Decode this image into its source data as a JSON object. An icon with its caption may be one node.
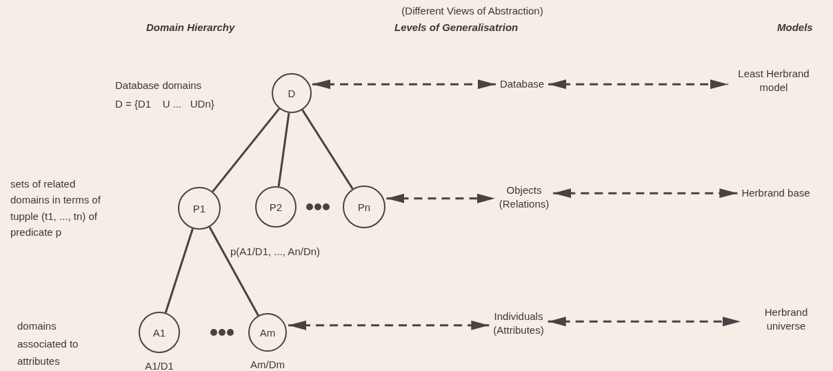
{
  "diagram": {
    "nodes": [
      {
        "text": [
          "D"
        ]
      },
      {
        "text": [
          "P1"
        ]
      },
      {
        "text": [
          "P2"
        ]
      },
      {
        "text": [
          "Pn"
        ]
      },
      {
        "text": [
          "A1"
        ],
        "beside": [
          "A1/D1"
        ]
      },
      {
        "text": [
          "Am"
        ],
        "beside": [
          "Am/Dm"
        ]
      },
      {
        "text": [
          "Database"
        ]
      },
      {
        "text": [
          "Objects",
          "(Relations)"
        ]
      },
      {
        "text": [
          "Individuals",
          "(Attributes)"
        ]
      },
      {
        "text": [
          "Least Herbrand model"
        ]
      },
      {
        "text": [
          "Herbrand base"
        ]
      },
      {
        "text": [
          "Herbrand universe"
        ]
      }
    ],
    "edges": [
      {
        "from": 0,
        "to": 1,
        "arrow": "none"
      },
      {
        "from": 0,
        "to": 2,
        "arrow": "none"
      },
      {
        "from": 0,
        "to": 3,
        "arrow": "none"
      },
      {
        "from": 1,
        "to": 4,
        "arrow": "none"
      },
      {
        "from": 1,
        "to": 5,
        "arrow": "none"
      },
      {
        "from": 0,
        "to": 6,
        "arrow": "both",
        "style": "dashed"
      },
      {
        "from": 6,
        "to": 9,
        "arrow": "both",
        "style": "dashed"
      },
      {
        "from": 3,
        "to": 7,
        "arrow": "both",
        "style": "dashed"
      },
      {
        "from": 7,
        "to": 10,
        "arrow": "both",
        "style": "dashed"
      },
      {
        "from": 5,
        "to": 8,
        "arrow": "both",
        "style": "dashed"
      },
      {
        "from": 8,
        "to": 11,
        "arrow": "both",
        "style": "dashed"
      }
    ],
    "labels": [
      "(Different Views of Abstraction)",
      "Domain Hierarchy",
      "Levels of Generalisatrion",
      "Models",
      "Database domains",
      "D = {D1    U ...   UDn}",
      "sets of related domains in terms of tupple (t1, ..., tn) of predicate p",
      "p(A1/D1, ..., An/Dn)",
      "domains associated to attributes"
    ]
  }
}
